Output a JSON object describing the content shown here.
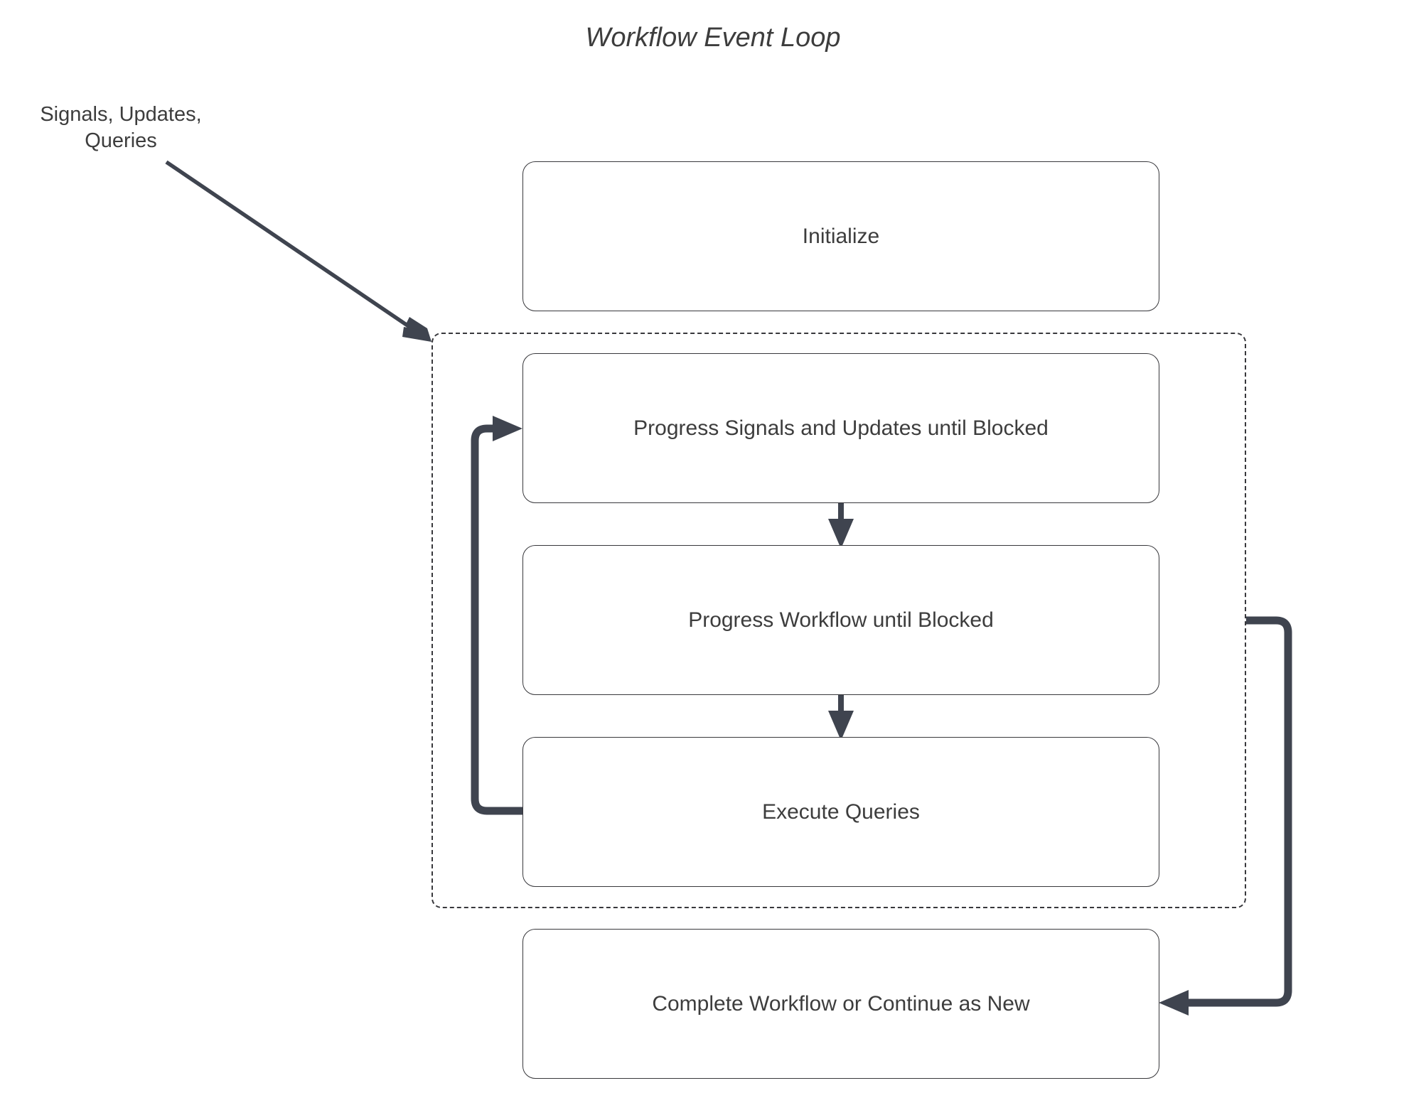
{
  "diagram": {
    "title": "Workflow Event Loop",
    "colors": {
      "background": "#ffffff",
      "node_stroke": "#38383c",
      "node_fill": "#ffffff",
      "text": "#3d3d3d",
      "edge_stroke": "#3f444f",
      "container_stroke": "#38383c"
    },
    "external_label": {
      "line1": "Signals, Updates,",
      "line2": "Queries"
    },
    "nodes": [
      {
        "id": "initialize",
        "label": "Initialize"
      },
      {
        "id": "progress-signals",
        "label": "Progress Signals and Updates until Blocked"
      },
      {
        "id": "progress-workflow",
        "label": "Progress Workflow until Blocked"
      },
      {
        "id": "execute-queries",
        "label": "Execute Queries"
      },
      {
        "id": "complete-workflow",
        "label": "Complete Workflow or Continue as New"
      }
    ],
    "container": {
      "id": "event-loop-group",
      "style": "dashed",
      "label": ""
    },
    "edges": [
      {
        "from": "signals-updates-queries",
        "to": "event-loop-group",
        "style": "solid-diagonal-arrow"
      },
      {
        "from": "progress-signals",
        "to": "progress-workflow",
        "style": "solid-down-arrow"
      },
      {
        "from": "progress-workflow",
        "to": "execute-queries",
        "style": "solid-down-arrow"
      },
      {
        "from": "execute-queries",
        "to": "progress-signals",
        "style": "loop-back-left-arrow"
      },
      {
        "from": "event-loop-group",
        "to": "complete-workflow",
        "style": "loop-right-arrow"
      }
    ]
  }
}
